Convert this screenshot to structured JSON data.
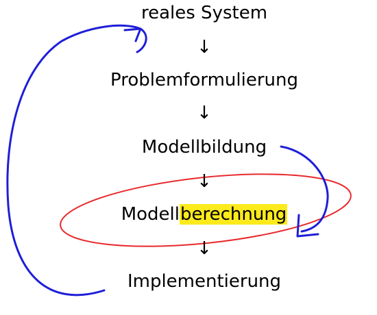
{
  "diagram": {
    "steps": {
      "s1": "reales System",
      "s2": "Problemformulierung",
      "s3": "Modellbildung",
      "s4_plain": "Modell",
      "s4_highlight": "berechnung",
      "s5": "Implementierung"
    },
    "arrow_glyph": "↓",
    "colors": {
      "text": "#000000",
      "highlight": "#fcea1c",
      "loop_ellipse": "#e8282c",
      "feedback_arrow": "#1e1ed8"
    }
  }
}
